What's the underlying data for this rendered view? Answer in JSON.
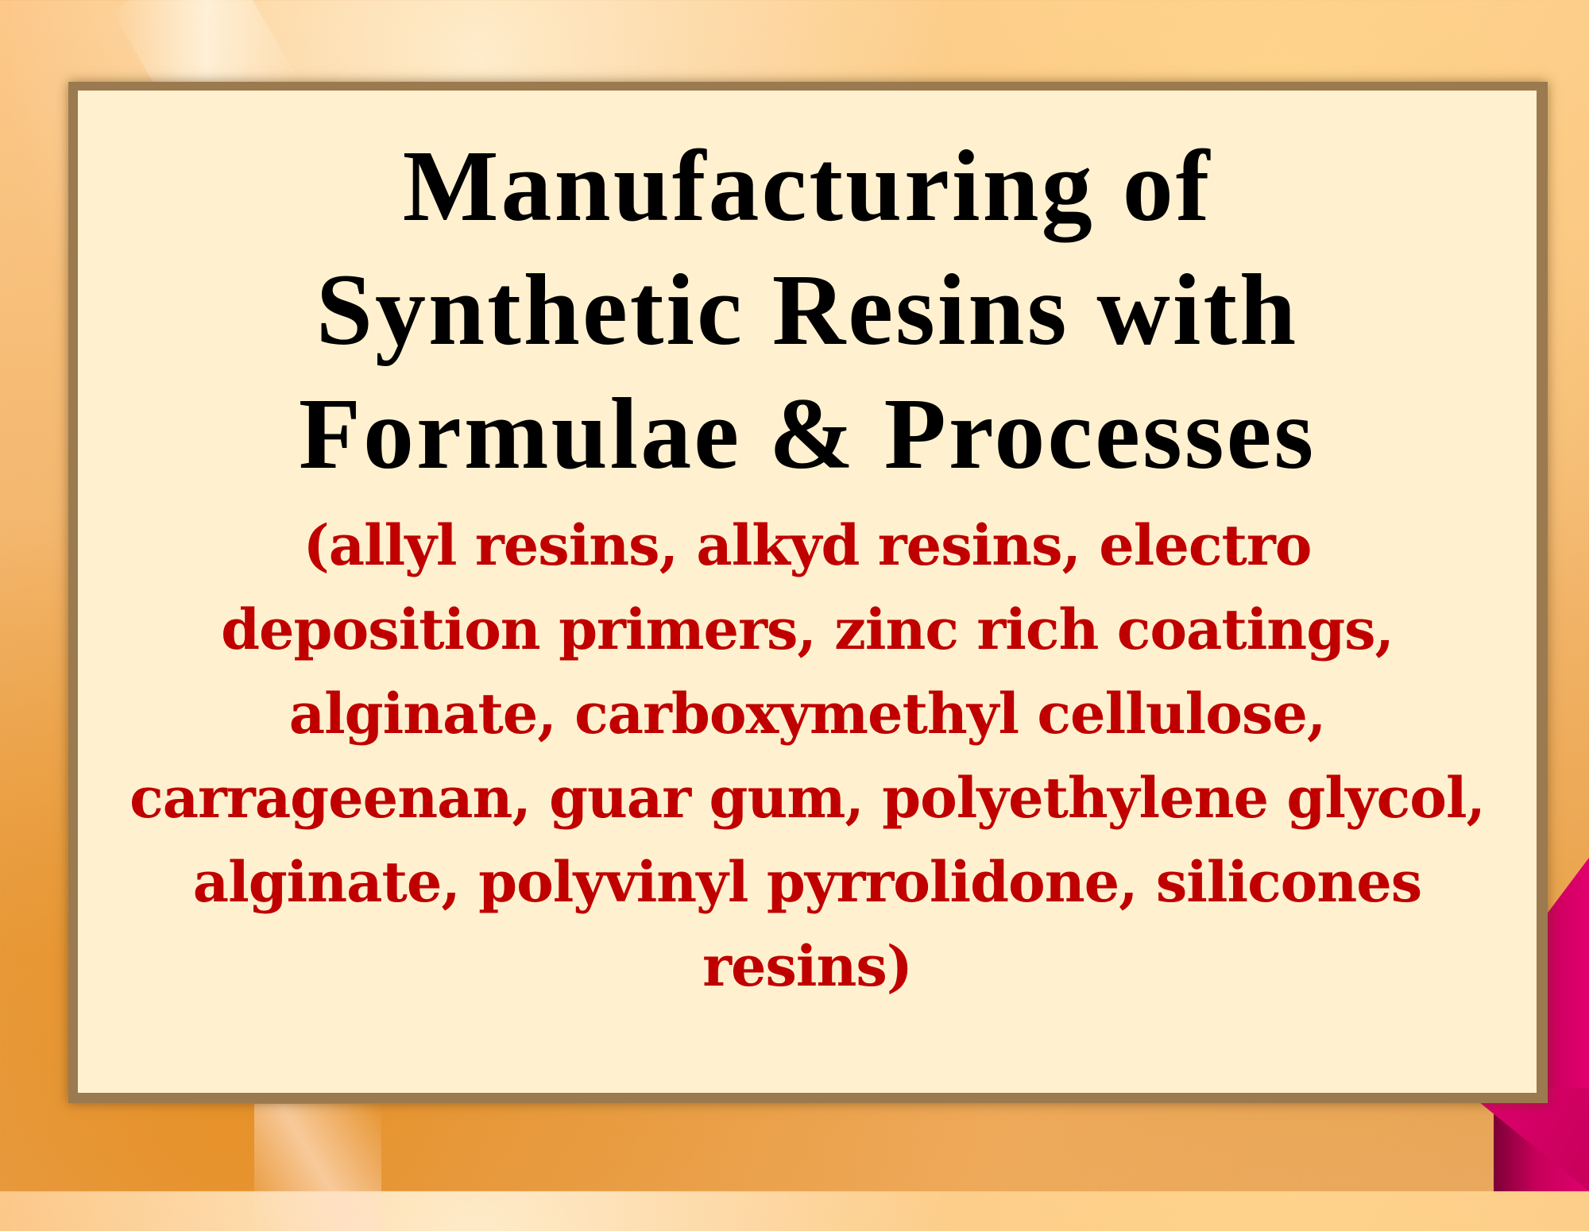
{
  "slide": {
    "title_lines": [
      "Manufacturing of",
      "Synthetic Resins with",
      "Formulae & Processes"
    ],
    "subtitle_lines": [
      "(allyl resins, alkyd resins, electro",
      "deposition primers, zinc rich coatings,",
      "alginate, carboxymethyl cellulose,",
      "carrageenan, guar gum, polyethylene glycol,",
      "alginate, polyvinyl pyrrolidone, silicones",
      "resins)"
    ]
  },
  "colors": {
    "card_background": "#fff1cf",
    "card_border": "#9b7a4f",
    "title_text": "#000000",
    "subtitle_text": "#c00000",
    "accent_magenta": "#c7005a",
    "background_orange": "#f3b76e"
  }
}
